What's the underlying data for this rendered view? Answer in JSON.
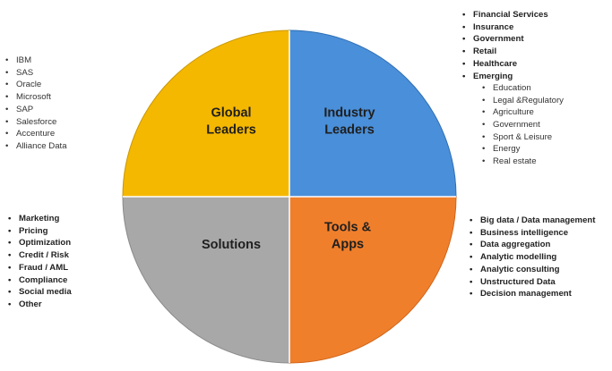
{
  "quadrants": [
    {
      "id": "global-leaders",
      "lines": [
        "Global",
        "Leaders"
      ],
      "color": "#f5b800",
      "border": "#c99700"
    },
    {
      "id": "industry-leaders",
      "lines": [
        "Industry",
        "Leaders"
      ],
      "color": "#4a8fd9",
      "border": "#2f6fb3"
    },
    {
      "id": "solutions",
      "lines": [
        "Solutions"
      ],
      "color": "#a8a8a8",
      "border": "#8a8a8a"
    },
    {
      "id": "tools-apps",
      "lines": [
        "Tools &",
        "Apps"
      ],
      "color": "#f07f2c",
      "border": "#cf6418"
    }
  ],
  "global_leaders_list": [
    "IBM",
    "SAS",
    "Oracle",
    "Microsoft",
    "SAP",
    "Salesforce",
    "Accenture",
    "Alliance Data"
  ],
  "industry_list": [
    "Financial Services",
    "Insurance",
    "Government",
    "Retail",
    "Healthcare",
    "Emerging"
  ],
  "emerging_list": [
    "Education",
    "Legal &Regulatory",
    "Agriculture",
    "Government",
    "Sport & Leisure",
    "Energy",
    "Real estate"
  ],
  "solutions_list": [
    "Marketing",
    "Pricing",
    "Optimization",
    "Credit / Risk",
    "Fraud / AML",
    "Compliance",
    "Social media",
    "Other"
  ],
  "tools_list": [
    "Big data / Data management",
    "Business intelligence",
    "Data aggregation",
    "Analytic modelling",
    "Analytic consulting",
    "Unstructured Data",
    "Decision management"
  ]
}
